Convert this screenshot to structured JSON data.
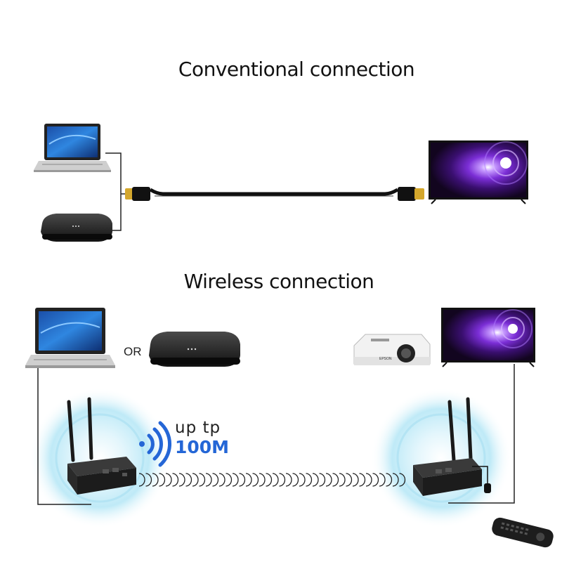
{
  "diagram": {
    "conventional_title": "Conventional connection",
    "wireless_title": "Wireless connection",
    "or_label": "OR",
    "speed_prefix": "up tp",
    "speed_value": "100M"
  },
  "colors": {
    "accent_blue": "#2466d6",
    "signal_glow": "#bfeaf7",
    "cable": "#111111",
    "hdmi_gold": "#d4a72c",
    "tv_purple": "#7b2ed6"
  }
}
